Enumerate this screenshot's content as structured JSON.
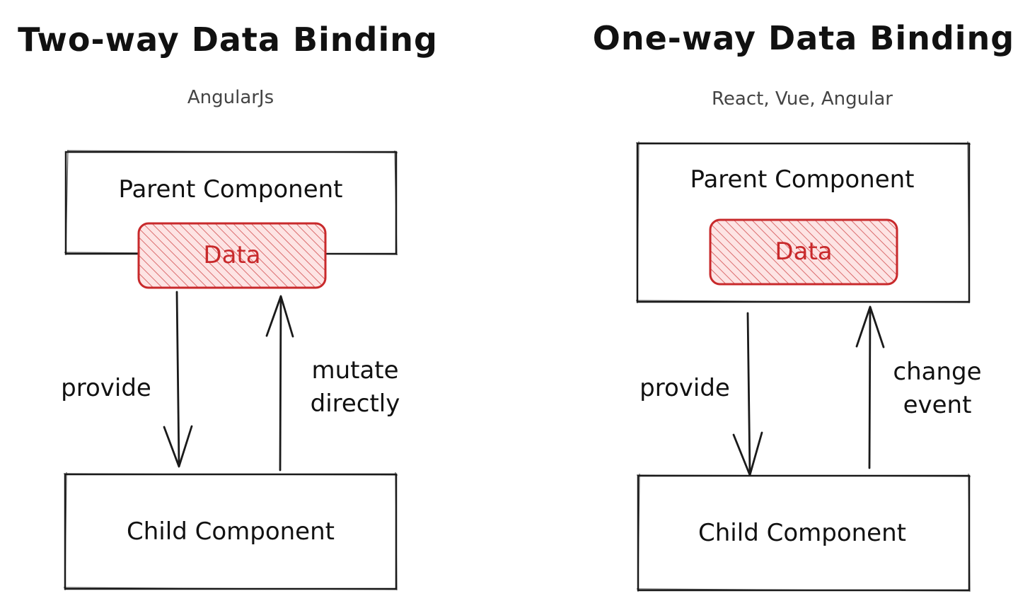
{
  "colors": {
    "ink": "#1a1a1a",
    "subtitle": "#444444",
    "data_accent": "#c8292b",
    "hatch_bg": "#fde4e4"
  },
  "left": {
    "title": "Two-way Data Binding",
    "subtitle": "AngularJs",
    "parent_label": "Parent Component",
    "data_label": "Data",
    "child_label": "Child Component",
    "down_label": "provide",
    "up_label_line1": "mutate",
    "up_label_line2": "directly"
  },
  "right": {
    "title": "One-way Data Binding",
    "subtitle": "React, Vue, Angular",
    "parent_label": "Parent Component",
    "data_label": "Data",
    "child_label": "Child Component",
    "down_label": "provide",
    "up_label_line1": "change",
    "up_label_line2": "event"
  }
}
